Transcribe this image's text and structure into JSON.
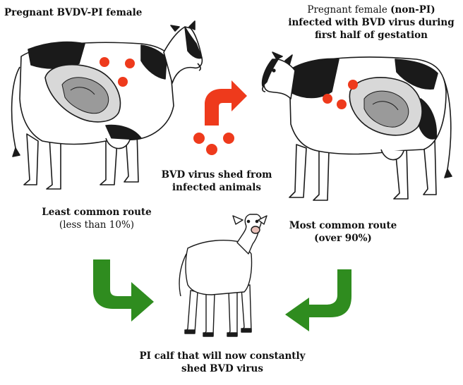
{
  "labels": {
    "pi_female": "Pregnant BVDV-PI female",
    "nonpi_line1_a": "Pregnant female ",
    "nonpi_line1_b": "(non-PI)",
    "nonpi_line2": "infected with BVD virus during",
    "nonpi_line3": "first half of gestation",
    "shed_line1": "BVD virus shed from",
    "shed_line2": "infected animals",
    "least_title": "Least common route",
    "least_detail": "(less than 10%)",
    "most_title": "Most common route",
    "most_detail": "(over 90%)",
    "calf_line1": "PI calf that will now constantly",
    "calf_line2": "shed BVD virus"
  },
  "colors": {
    "virus_dot": "#ee3a1c",
    "transmission_arrow": "#ee3a1c",
    "route_arrow": "#2f8c1f",
    "line_art": "#1a1a1a"
  }
}
